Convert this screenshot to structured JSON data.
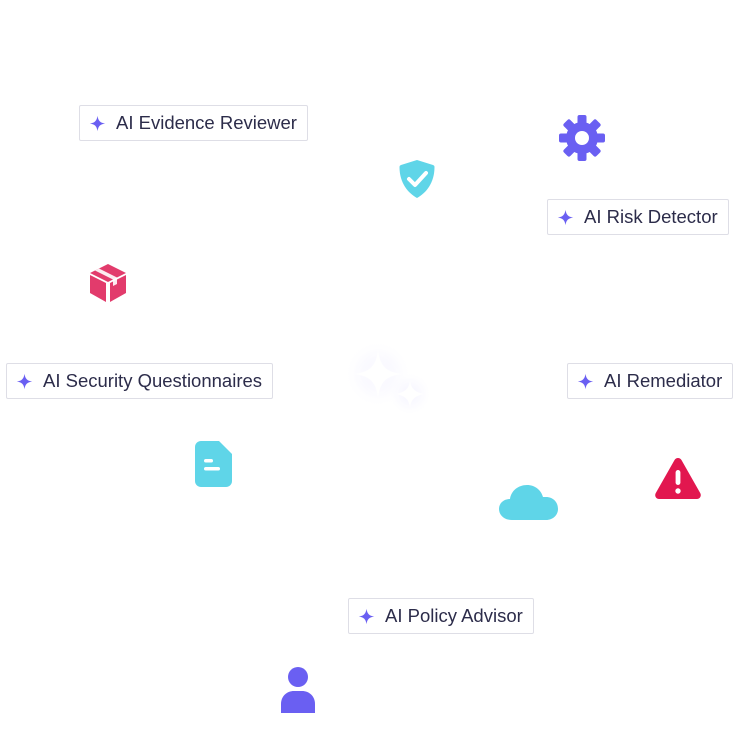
{
  "features": [
    {
      "label": "AI Evidence Reviewer"
    },
    {
      "label": "AI Risk Detector"
    },
    {
      "label": "AI Security Questionnaires"
    },
    {
      "label": "AI Remediator"
    },
    {
      "label": "AI Policy Advisor"
    }
  ],
  "icons": {
    "center": "sparkle-icon",
    "gear": "gear-icon",
    "shield": "shield-check-icon",
    "package": "package-icon",
    "document": "document-icon",
    "cloud": "cloud-icon",
    "warning": "warning-icon",
    "user": "user-icon"
  },
  "colors": {
    "accent_purple": "#6a5ff2",
    "accent_cyan": "#5fd5e8",
    "accent_pink": "#e23b6c",
    "text": "#2c2c4a",
    "border": "#dedee6"
  }
}
